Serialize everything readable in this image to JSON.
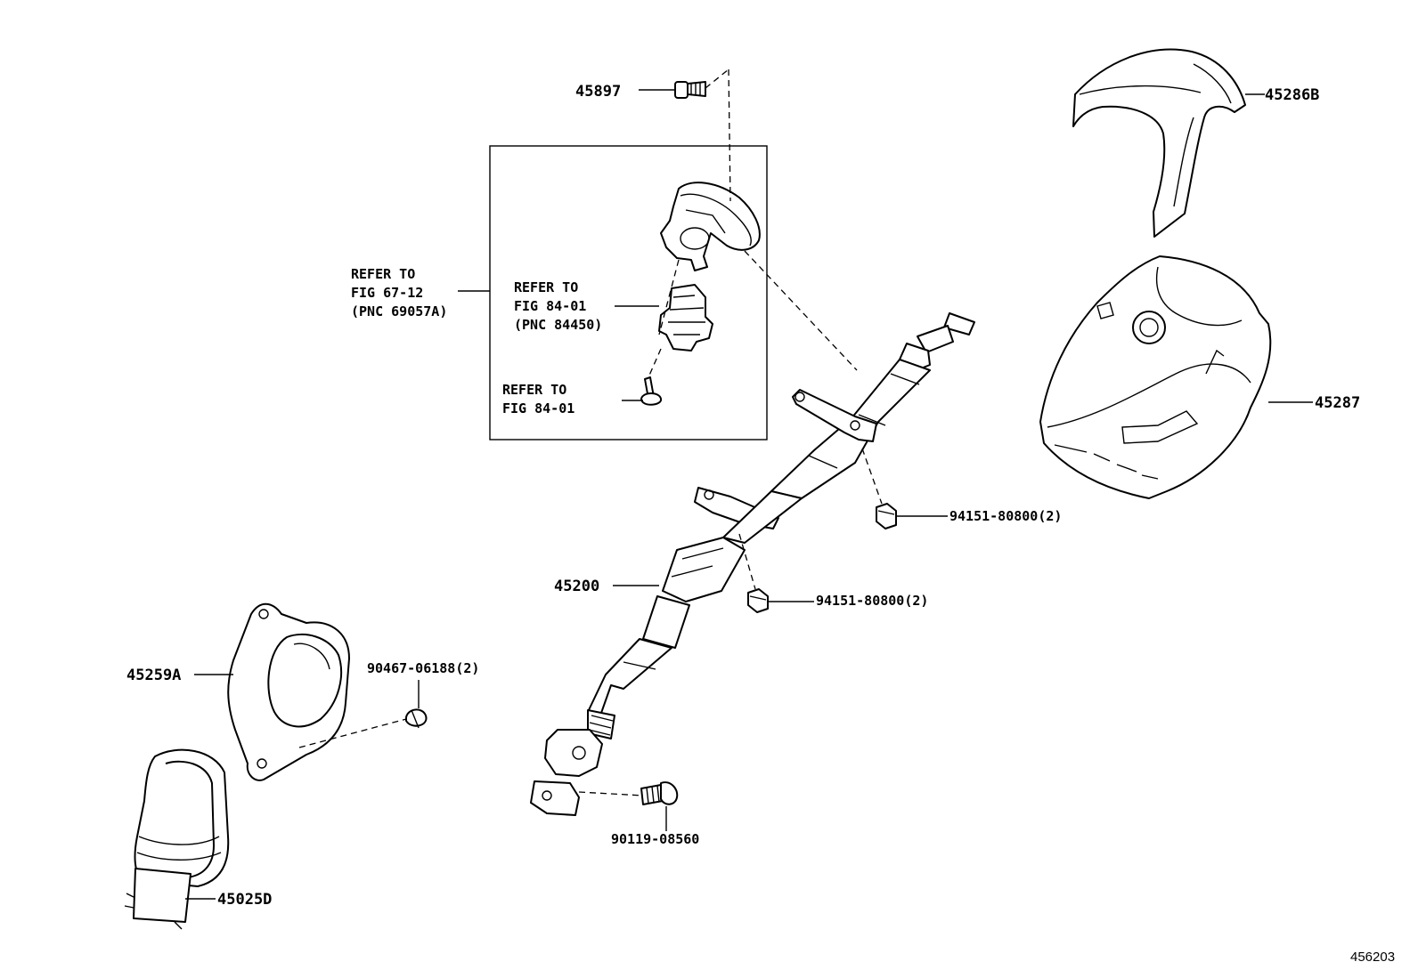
{
  "labels": {
    "p45897": "45897",
    "p45286B": "45286B",
    "p45287": "45287",
    "p45200": "45200",
    "p45259A": "45259A",
    "p45025D": "45025D",
    "p94151_upper": "94151-80800(2)",
    "p94151_lower": "94151-80800(2)",
    "p90467": "90467-06188(2)",
    "p90119": "90119-08560"
  },
  "refer_left": {
    "line1": "REFER TO",
    "line2": "FIG 67-12",
    "line3": "(PNC 69057A)"
  },
  "refer_mid": {
    "line1": "REFER TO",
    "line2": "FIG 84-01",
    "line3": "(PNC 84450)"
  },
  "refer_low": {
    "line1": "REFER TO",
    "line2": "FIG 84-01"
  },
  "figure_id": "456203"
}
